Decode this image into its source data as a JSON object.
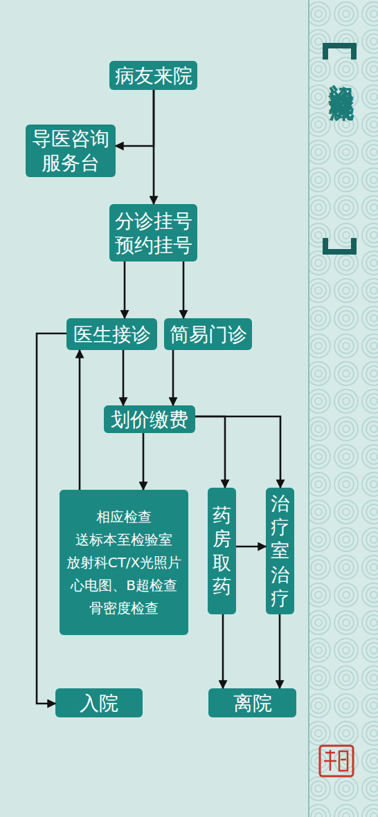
{
  "diagram": {
    "title": "门诊就诊流程",
    "nodes": [
      {
        "text": [
          "病友来院"
        ]
      },
      {
        "text": [
          "导医咨询 服务台"
        ]
      },
      {
        "text": [
          "分诊挂号 预约挂号"
        ]
      },
      {
        "text": [
          "医生接诊"
        ]
      },
      {
        "text": [
          "简易门诊"
        ]
      },
      {
        "text": [
          "划价缴费"
        ]
      },
      {
        "text": [
          "相应检查",
          "送标本至检验室",
          "放射科CT/X光照片",
          "心电图、B超检查",
          "骨密度检查"
        ]
      },
      {
        "text": [
          "药房取药"
        ]
      },
      {
        "text": [
          "治疗室治疗"
        ]
      },
      {
        "text": [
          "入院"
        ]
      },
      {
        "text": [
          "离院"
        ]
      }
    ],
    "edges": [
      {
        "from": 0,
        "to": 1,
        "arrow": "to"
      },
      {
        "from": 0,
        "to": 2,
        "arrow": "to"
      },
      {
        "from": 2,
        "to": 3,
        "arrow": "to"
      },
      {
        "from": 2,
        "to": 4,
        "arrow": "to"
      },
      {
        "from": 3,
        "to": 5,
        "arrow": "to"
      },
      {
        "from": 4,
        "to": 5,
        "arrow": "to"
      },
      {
        "from": 5,
        "to": 6,
        "arrow": "to"
      },
      {
        "from": 6,
        "to": 3,
        "arrow": "to"
      },
      {
        "from": 5,
        "to": 7,
        "arrow": "to"
      },
      {
        "from": 5,
        "to": 8,
        "arrow": "to"
      },
      {
        "from": 7,
        "to": 8,
        "arrow": "to"
      },
      {
        "from": 7,
        "to": 10,
        "arrow": "to"
      },
      {
        "from": 8,
        "to": 10,
        "arrow": "to"
      },
      {
        "from": 3,
        "to": 9,
        "arrow": "to"
      }
    ]
  }
}
